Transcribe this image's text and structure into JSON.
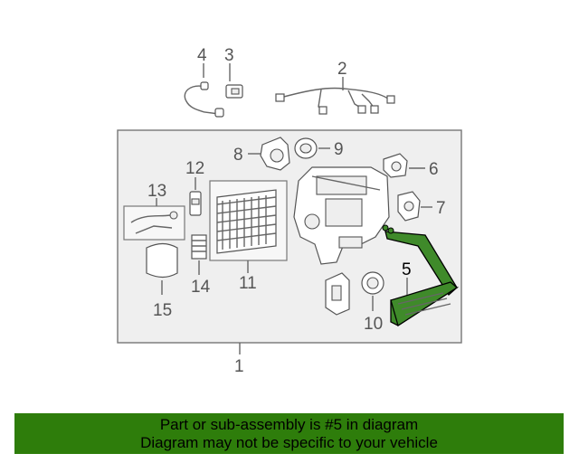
{
  "diagram": {
    "callouts": {
      "c1": "1",
      "c2": "2",
      "c3": "3",
      "c4": "4",
      "c5": "5",
      "c6": "6",
      "c7": "7",
      "c8": "8",
      "c9": "9",
      "c10": "10",
      "c11": "11",
      "c12": "12",
      "c13": "13",
      "c14": "14",
      "c15": "15"
    },
    "highlighted_part": "5",
    "colors": {
      "highlight": "#3f8a2a",
      "box_fill": "#efefef",
      "banner": "#2e7d0b"
    }
  },
  "banner": {
    "line1": "Part or sub-assembly is #5 in diagram",
    "line2": "Diagram may not be specific to your vehicle"
  }
}
